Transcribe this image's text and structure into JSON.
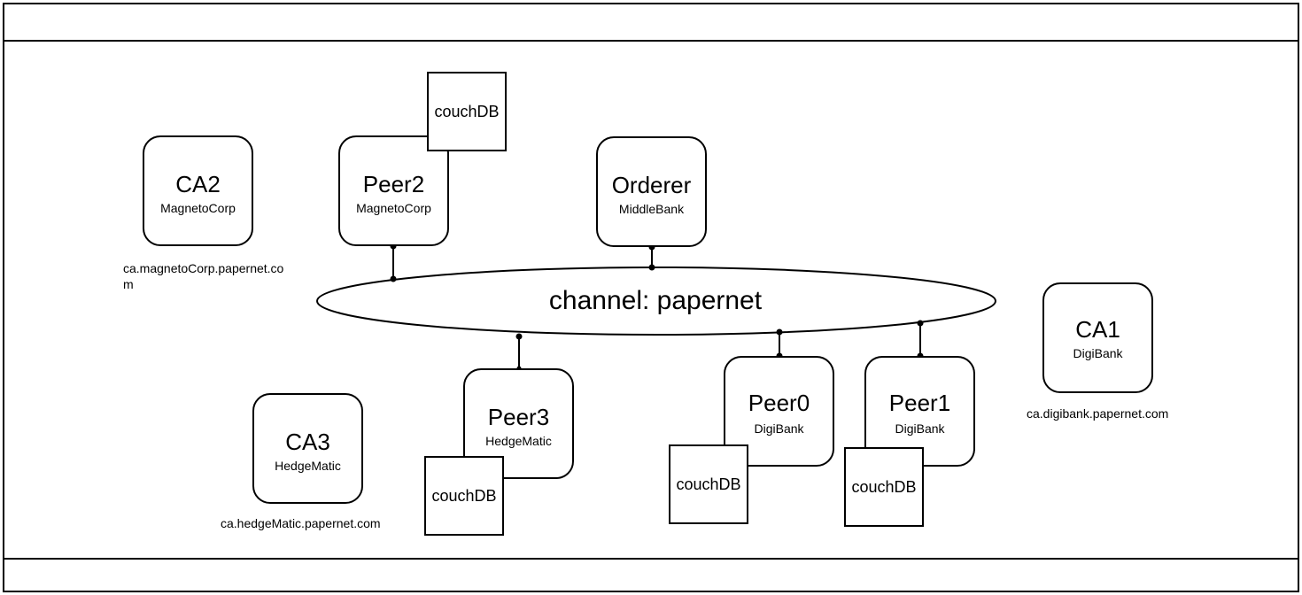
{
  "nodes": {
    "ca2": {
      "title": "CA2",
      "org": "MagnetoCorp"
    },
    "peer2": {
      "title": "Peer2",
      "org": "MagnetoCorp"
    },
    "orderer": {
      "title": "Orderer",
      "org": "MiddleBank"
    },
    "ca1": {
      "title": "CA1",
      "org": "DigiBank"
    },
    "ca3": {
      "title": "CA3",
      "org": "HedgeMatic"
    },
    "peer3": {
      "title": "Peer3",
      "org": "HedgeMatic"
    },
    "peer0": {
      "title": "Peer0",
      "org": "DigiBank"
    },
    "peer1": {
      "title": "Peer1",
      "org": "DigiBank"
    }
  },
  "databases": {
    "peer2_db": "couchDB",
    "peer3_db": "couchDB",
    "peer0_db": "couchDB",
    "peer1_db": "couchDB"
  },
  "channel": {
    "label": "channel: papernet"
  },
  "captions": {
    "ca2_line1": "ca.magnetoCorp.papernet.co",
    "ca2_line2": "m",
    "ca1": "ca.digibank.papernet.com",
    "ca3": "ca.hedgeMatic.papernet.com"
  }
}
